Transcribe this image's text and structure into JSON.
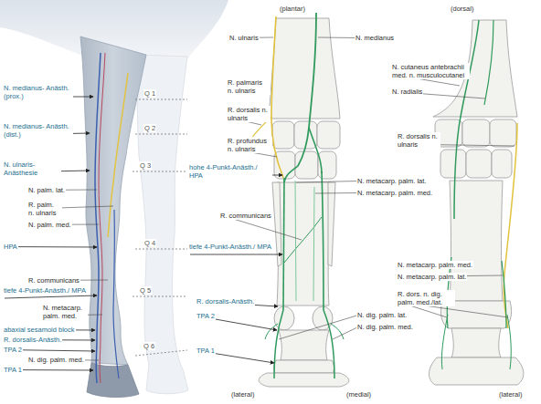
{
  "diagram": {
    "labels": [
      "N. medianus- Anästh. (prox.)",
      "N. medianus- Anästh. (dist.)",
      "N. ulnaris- Anästhesie",
      "N. palm. lat.",
      "R. palm. n. ulnaris",
      "N. palm. med.",
      "HPA",
      "R. communicans",
      "tiefe 4-Punkt-Anästh./ MPA",
      "N. metacarp. palm. med.",
      "abaxial sesamoid block",
      "R. dorsalis-Anästh.",
      "TPA 2",
      "N. dig. palm. med.",
      "TPA 1",
      "Q 1",
      "Q 2",
      "Q 3",
      "Q 4",
      "Q 5",
      "Q 6",
      "(plantar)",
      "N. ulnaris",
      "N. medianus",
      "R. palmaris n. ulnaris",
      "R. dorsalis n. ulnaris",
      "R. profundus n. ulnaris",
      "hohe 4-Punkt-Anästh./ HPA",
      "N. metacarp. palm. lat.",
      "N. metacarp. palm. med.",
      "R. communicans",
      "tiefe 4-Punkt-Anästh./ MPA",
      "R. dorsalis-Anästh.",
      "TPA 2",
      "N. dig. palm. lat.",
      "N. dig. palm. med.",
      "TPA 1",
      "(lateral)",
      "(medial)",
      "(dorsal)",
      "N. cutaneus antebrachii med. n. musculocutanei",
      "N. radialis",
      "R. dorsalis n. ulnaris",
      "N. metacarp. palm. med.",
      "N. metacarp. palm. lat.",
      "R. dors. n. dig. palm. med./lat.",
      "(lateral)"
    ]
  }
}
